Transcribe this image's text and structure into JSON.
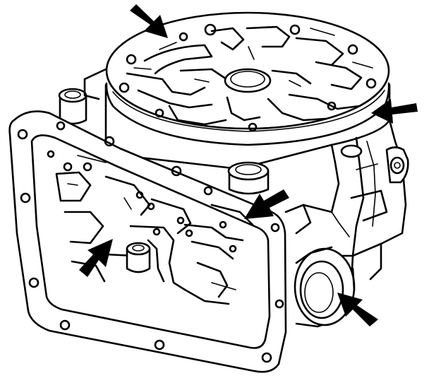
{
  "colors": {
    "ink": "#000000",
    "paper": "#ffffff"
  },
  "arrows": [
    {
      "id": "top-arrow",
      "target": "valve-body-top"
    },
    {
      "id": "right-arrow",
      "target": "case-side"
    },
    {
      "id": "center-arrow",
      "target": "gasket-edge"
    },
    {
      "id": "left-arrow",
      "target": "front-channel"
    },
    {
      "id": "bottom-right-arrow",
      "target": "output-seal"
    }
  ]
}
